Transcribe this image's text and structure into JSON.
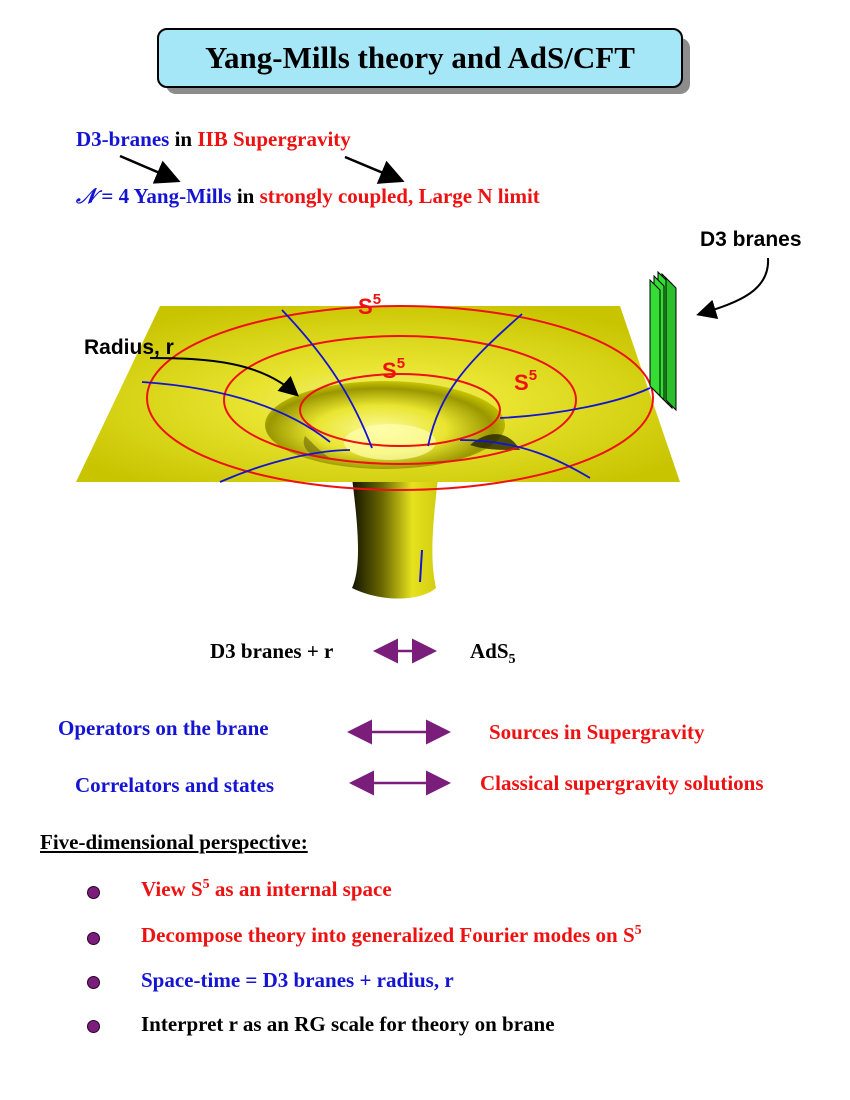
{
  "title": "Yang-Mills theory and AdS/CFT",
  "header": {
    "line1": {
      "part1": "D3-branes",
      "part2": " in ",
      "part3": "IIB Supergravity"
    },
    "line2": {
      "symbol": "𝒩",
      "part1": " = 4 Yang-Mills",
      "part2": " in ",
      "part3": "strongly coupled, Large N limit"
    }
  },
  "figure": {
    "d3_branes_label": "D3 branes",
    "radius_label": "Radius, r",
    "sphere_labels": [
      {
        "base": "S",
        "exp": "5"
      },
      {
        "base": "S",
        "exp": "5"
      },
      {
        "base": "S",
        "exp": "5"
      }
    ]
  },
  "correspondence": {
    "main_left": "D3 branes + r",
    "main_right_base": "AdS",
    "main_right_sub": "5",
    "rows": [
      {
        "left": "Operators on the brane",
        "right": "Sources in Supergravity"
      },
      {
        "left": "Correlators and states",
        "right": "Classical supergravity solutions"
      }
    ]
  },
  "perspective": {
    "heading": "Five-dimensional perspective:",
    "bullets": [
      {
        "pre": "View S",
        "sup": "5",
        "post": " as an internal space",
        "color": "#ee1111"
      },
      {
        "pre": "Decompose theory into generalized Fourier modes on S",
        "sup": "5",
        "post": "",
        "color": "#ee1111"
      },
      {
        "pre": "Space-time = D3 branes + radius, r",
        "sup": "",
        "post": "",
        "color": "#1414d2"
      },
      {
        "pre": "Interpret r as an RG scale for theory on brane",
        "sup": "",
        "post": "",
        "color": "#000000"
      }
    ]
  },
  "colors": {
    "blue": "#1414d2",
    "red": "#ee1111",
    "arrow": "#7b1d7b",
    "surface": "#e0dc10",
    "brane": "#33dd33"
  }
}
